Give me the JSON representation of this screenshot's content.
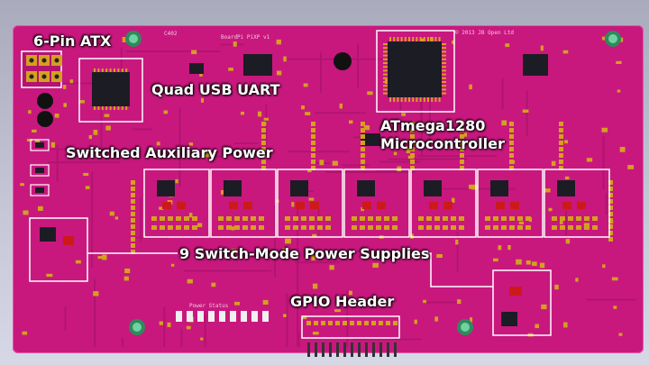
{
  "image": {
    "subject": "pcb-layout-render",
    "board_color": "#c8187e",
    "copper_color": "#d4a020",
    "background_color": "#b9bbcc",
    "annotation_color": "#ffffff"
  },
  "labels": {
    "atx": "6-Pin ATX",
    "usb_uart": "Quad USB UART",
    "mcu_line1": "ATmega1280",
    "mcu_line2": "Microcontroller",
    "aux_power": "Switched Auxiliary Power",
    "psu": "9 Switch-Mode Power Supplies",
    "gpio": "GPIO Header"
  },
  "silkscreen": {
    "board_name": "BoardPi PiXP v1",
    "copyright": "© 2013 JB Open Ltd",
    "ref_c402": "C402",
    "power_status": "Power Status"
  }
}
